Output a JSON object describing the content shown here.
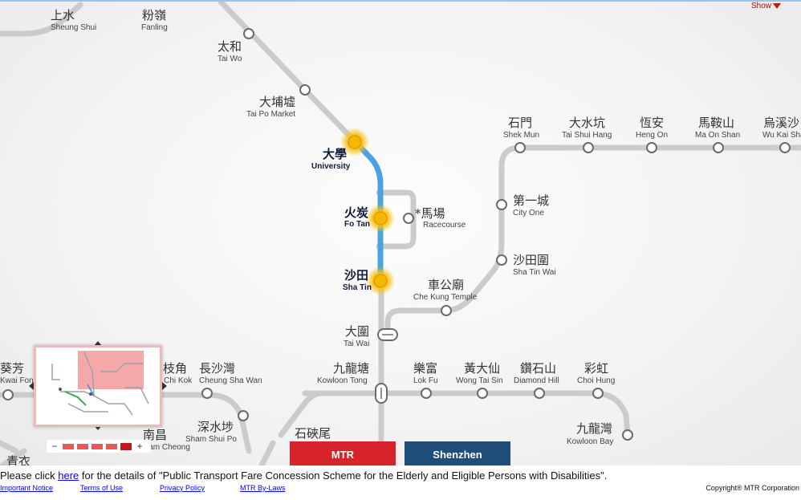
{
  "show_label": "Show",
  "stations": {
    "sheung_shui": {
      "zh": "上水",
      "en": "Sheung Shui"
    },
    "fanling": {
      "zh": "粉嶺",
      "en": "Fanling"
    },
    "tai_wo": {
      "zh": "太和",
      "en": "Tai Wo"
    },
    "tai_po_market": {
      "zh": "大埔墟",
      "en": "Tai Po Market"
    },
    "university": {
      "zh": "大學",
      "en": "University"
    },
    "fo_tan": {
      "zh": "火炭",
      "en": "Fo Tan"
    },
    "racecourse": {
      "zh": "*馬場",
      "en": "Racecourse"
    },
    "sha_tin": {
      "zh": "沙田",
      "en": "Sha Tin"
    },
    "tai_wai": {
      "zh": "大圍",
      "en": "Tai Wai"
    },
    "che_kung_temple": {
      "zh": "車公廟",
      "en": "Che Kung Temple"
    },
    "sha_tin_wai": {
      "zh": "沙田圍",
      "en": "Sha Tin Wai"
    },
    "city_one": {
      "zh": "第一城",
      "en": "City One"
    },
    "shek_mun": {
      "zh": "石門",
      "en": "Shek Mun"
    },
    "tai_shui_hang": {
      "zh": "大水坑",
      "en": "Tai Shui Hang"
    },
    "heng_on": {
      "zh": "恆安",
      "en": "Heng On"
    },
    "ma_on_shan": {
      "zh": "馬鞍山",
      "en": "Ma On Shan"
    },
    "wu_kai_sha": {
      "zh": "烏溪沙",
      "en": "Wu Kai Sha"
    },
    "kowloon_tong": {
      "zh": "九龍塘",
      "en": "Kowloon Tong"
    },
    "lok_fu": {
      "zh": "樂富",
      "en": "Lok Fu"
    },
    "wong_tai_sin": {
      "zh": "黃大仙",
      "en": "Wong Tai Sin"
    },
    "diamond_hill": {
      "zh": "鑽石山",
      "en": "Diamond Hill"
    },
    "choi_hung": {
      "zh": "彩虹",
      "en": "Choi Hung"
    },
    "kowloon_bay": {
      "zh": "九龍灣",
      "en": "Kowloon Bay"
    },
    "shek_kip_mei": {
      "zh": "石硤尾",
      "en": ""
    },
    "kwai_fong": {
      "zh": "葵芳",
      "en": "Kwai Fong"
    },
    "lai_chi_kok": {
      "zh": "荔枝角",
      "en": "Lai Chi Kok"
    },
    "cheung_sha_wan": {
      "zh": "長沙灣",
      "en": "Cheung Sha Wan"
    },
    "sham_shui_po": {
      "zh": "深水埗",
      "en": "Sham Shui Po"
    },
    "nam_cheong": {
      "zh": "南昌",
      "en": "Nam Cheong"
    },
    "tsing_yi": {
      "zh": "青衣",
      "en": ""
    }
  },
  "tabs": {
    "mtr": "MTR",
    "shenzhen": "Shenzhen"
  },
  "footer": {
    "notice_before": "Please click ",
    "notice_link": "here",
    "notice_after": " for the details of \"Public Transport Fare Concession Scheme for the Elderly and Eligible Persons with Disabilities\".",
    "links": [
      "Important Notice",
      "Terms of Use",
      "Privacy Policy",
      "MTR By-Laws"
    ],
    "copyright": "Copyright® MTR Corporation"
  },
  "colors": {
    "line_grey": "#c9c9c9",
    "highlight_blue": "#4aa3df",
    "highlight_yellow": "#f7c21a",
    "mtr_red": "#d9232a",
    "shenzhen_blue": "#1f4e79"
  }
}
